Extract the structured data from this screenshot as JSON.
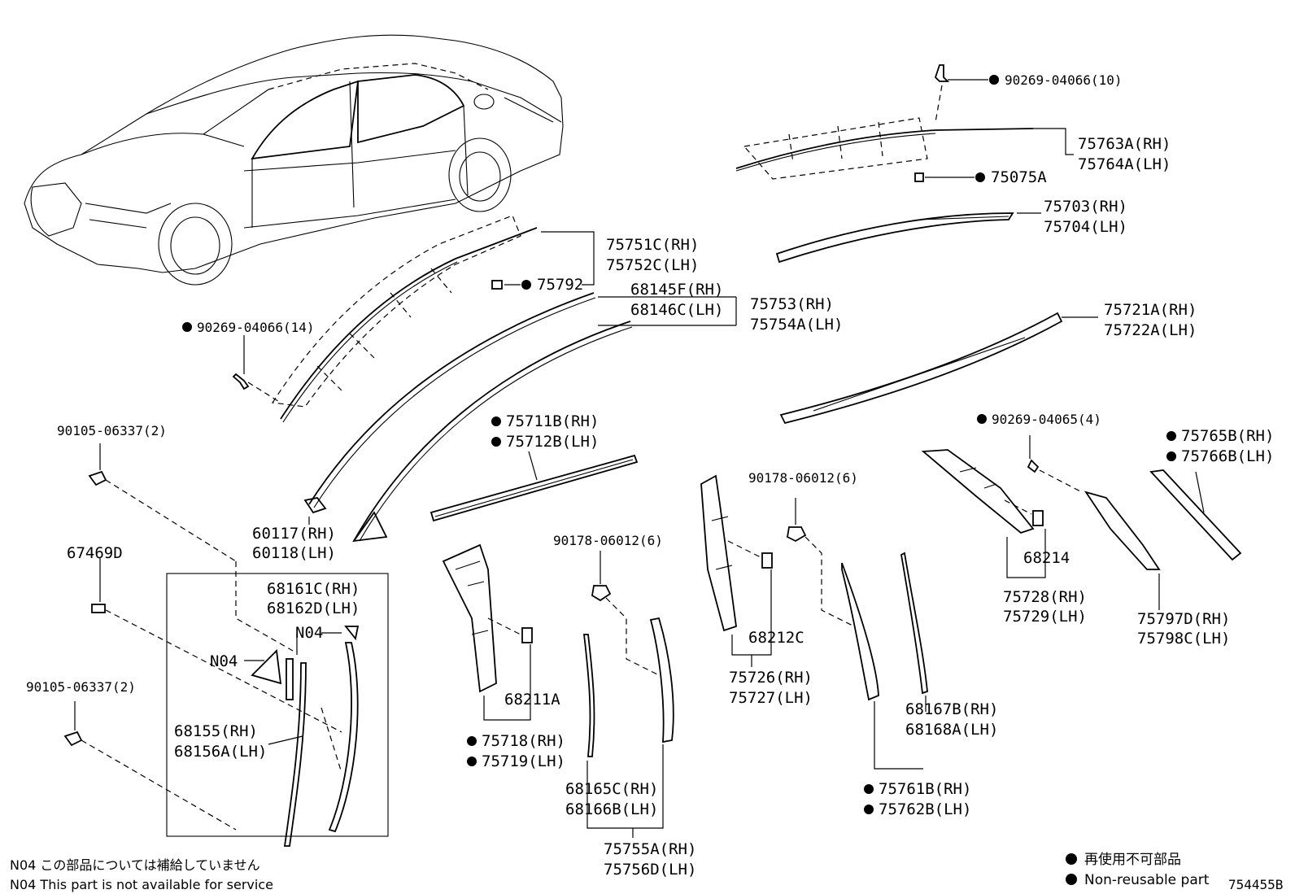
{
  "callouts": {
    "p90269_10": "90269-04066(10)",
    "p75763A": "75763A(RH)",
    "p75764A": "75764A(LH)",
    "p75075A": "75075A",
    "p75703": "75703(RH)",
    "p75704": "75704(LH)",
    "p75751C": "75751C(RH)",
    "p75752C": "75752C(LH)",
    "p75792": "75792",
    "p68145F": "68145F(RH)",
    "p68146C": "68146C(LH)",
    "p75753": "75753(RH)",
    "p75754A": "75754A(LH)",
    "p75721A": "75721A(RH)",
    "p75722A": "75722A(LH)",
    "p90269_14": "90269-04066(14)",
    "p90105_a": "90105-06337(2)",
    "p75711B": "75711B(RH)",
    "p75712B": "75712B(LH)",
    "p90269_4": "90269-04065(4)",
    "p75765B": "75765B(RH)",
    "p75766B": "75766B(LH)",
    "p90178_a": "90178-06012(6)",
    "p60117": "60117(RH)",
    "p60118": "60118(LH)",
    "p67469D": "67469D",
    "p68161C": "68161C(RH)",
    "p68162D": "68162D(LH)",
    "p90178_b": "90178-06012(6)",
    "p68214": "68214",
    "p75728": "75728(RH)",
    "p75729": "75729(LH)",
    "p75797D": "75797D(RH)",
    "p75798C": "75798C(LH)",
    "n04_a": "N04",
    "n04_b": "N04",
    "p68212C": "68212C",
    "p68211A": "68211A",
    "p75726": "75726(RH)",
    "p75727": "75727(LH)",
    "p90105_b": "90105-06337(2)",
    "p68167B": "68167B(RH)",
    "p68168A": "68168A(LH)",
    "p68155": "68155(RH)",
    "p68156A": "68156A(LH)",
    "p75718": "75718(RH)",
    "p75719": "75719(LH)",
    "p75761B": "75761B(RH)",
    "p75762B": "75762B(LH)",
    "p68165C": "68165C(RH)",
    "p68166B": "68166B(LH)",
    "p75755A": "75755A(RH)",
    "p75756D": "75756D(LH)"
  },
  "notes": {
    "n04_jp": "N04 この部品については補給していません",
    "n04_en": "N04 This part is not available for service"
  },
  "legend": {
    "jp": "再使用不可部品",
    "en": "Non-reusable part"
  },
  "figure_id": "754455B"
}
